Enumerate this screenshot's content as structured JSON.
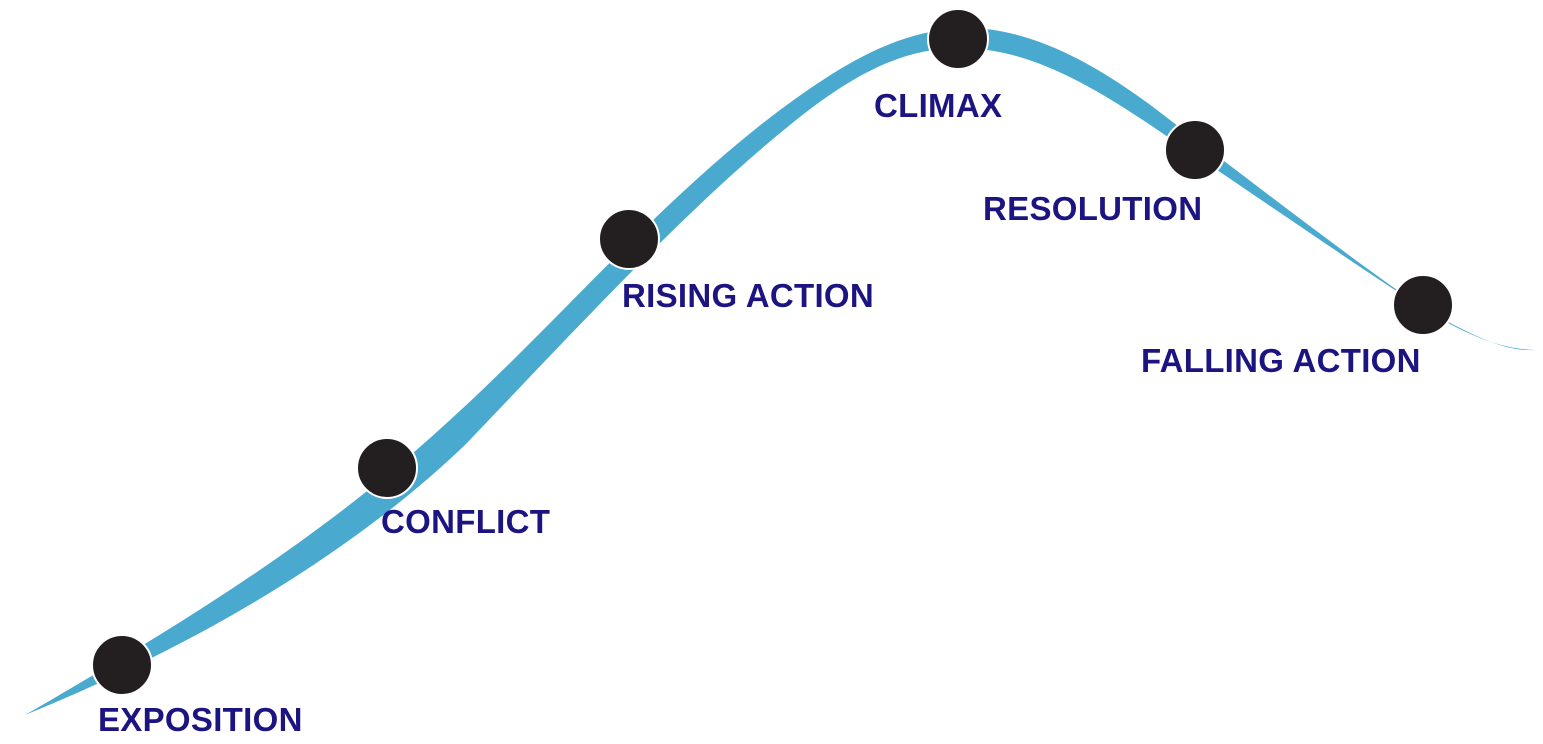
{
  "diagram": {
    "colors": {
      "curve": "#4aa9cf",
      "dot": "#231f20",
      "dot_outline": "#ffffff",
      "label": "#1c1481",
      "background": "#ffffff"
    },
    "stages": [
      {
        "id": "exposition",
        "label": "EXPOSITION"
      },
      {
        "id": "conflict",
        "label": "CONFLICT"
      },
      {
        "id": "rising-action",
        "label": "RISING ACTION"
      },
      {
        "id": "climax",
        "label": "CLIMAX"
      },
      {
        "id": "resolution",
        "label": "RESOLUTION"
      },
      {
        "id": "falling-action",
        "label": "FALLING ACTION"
      }
    ]
  }
}
